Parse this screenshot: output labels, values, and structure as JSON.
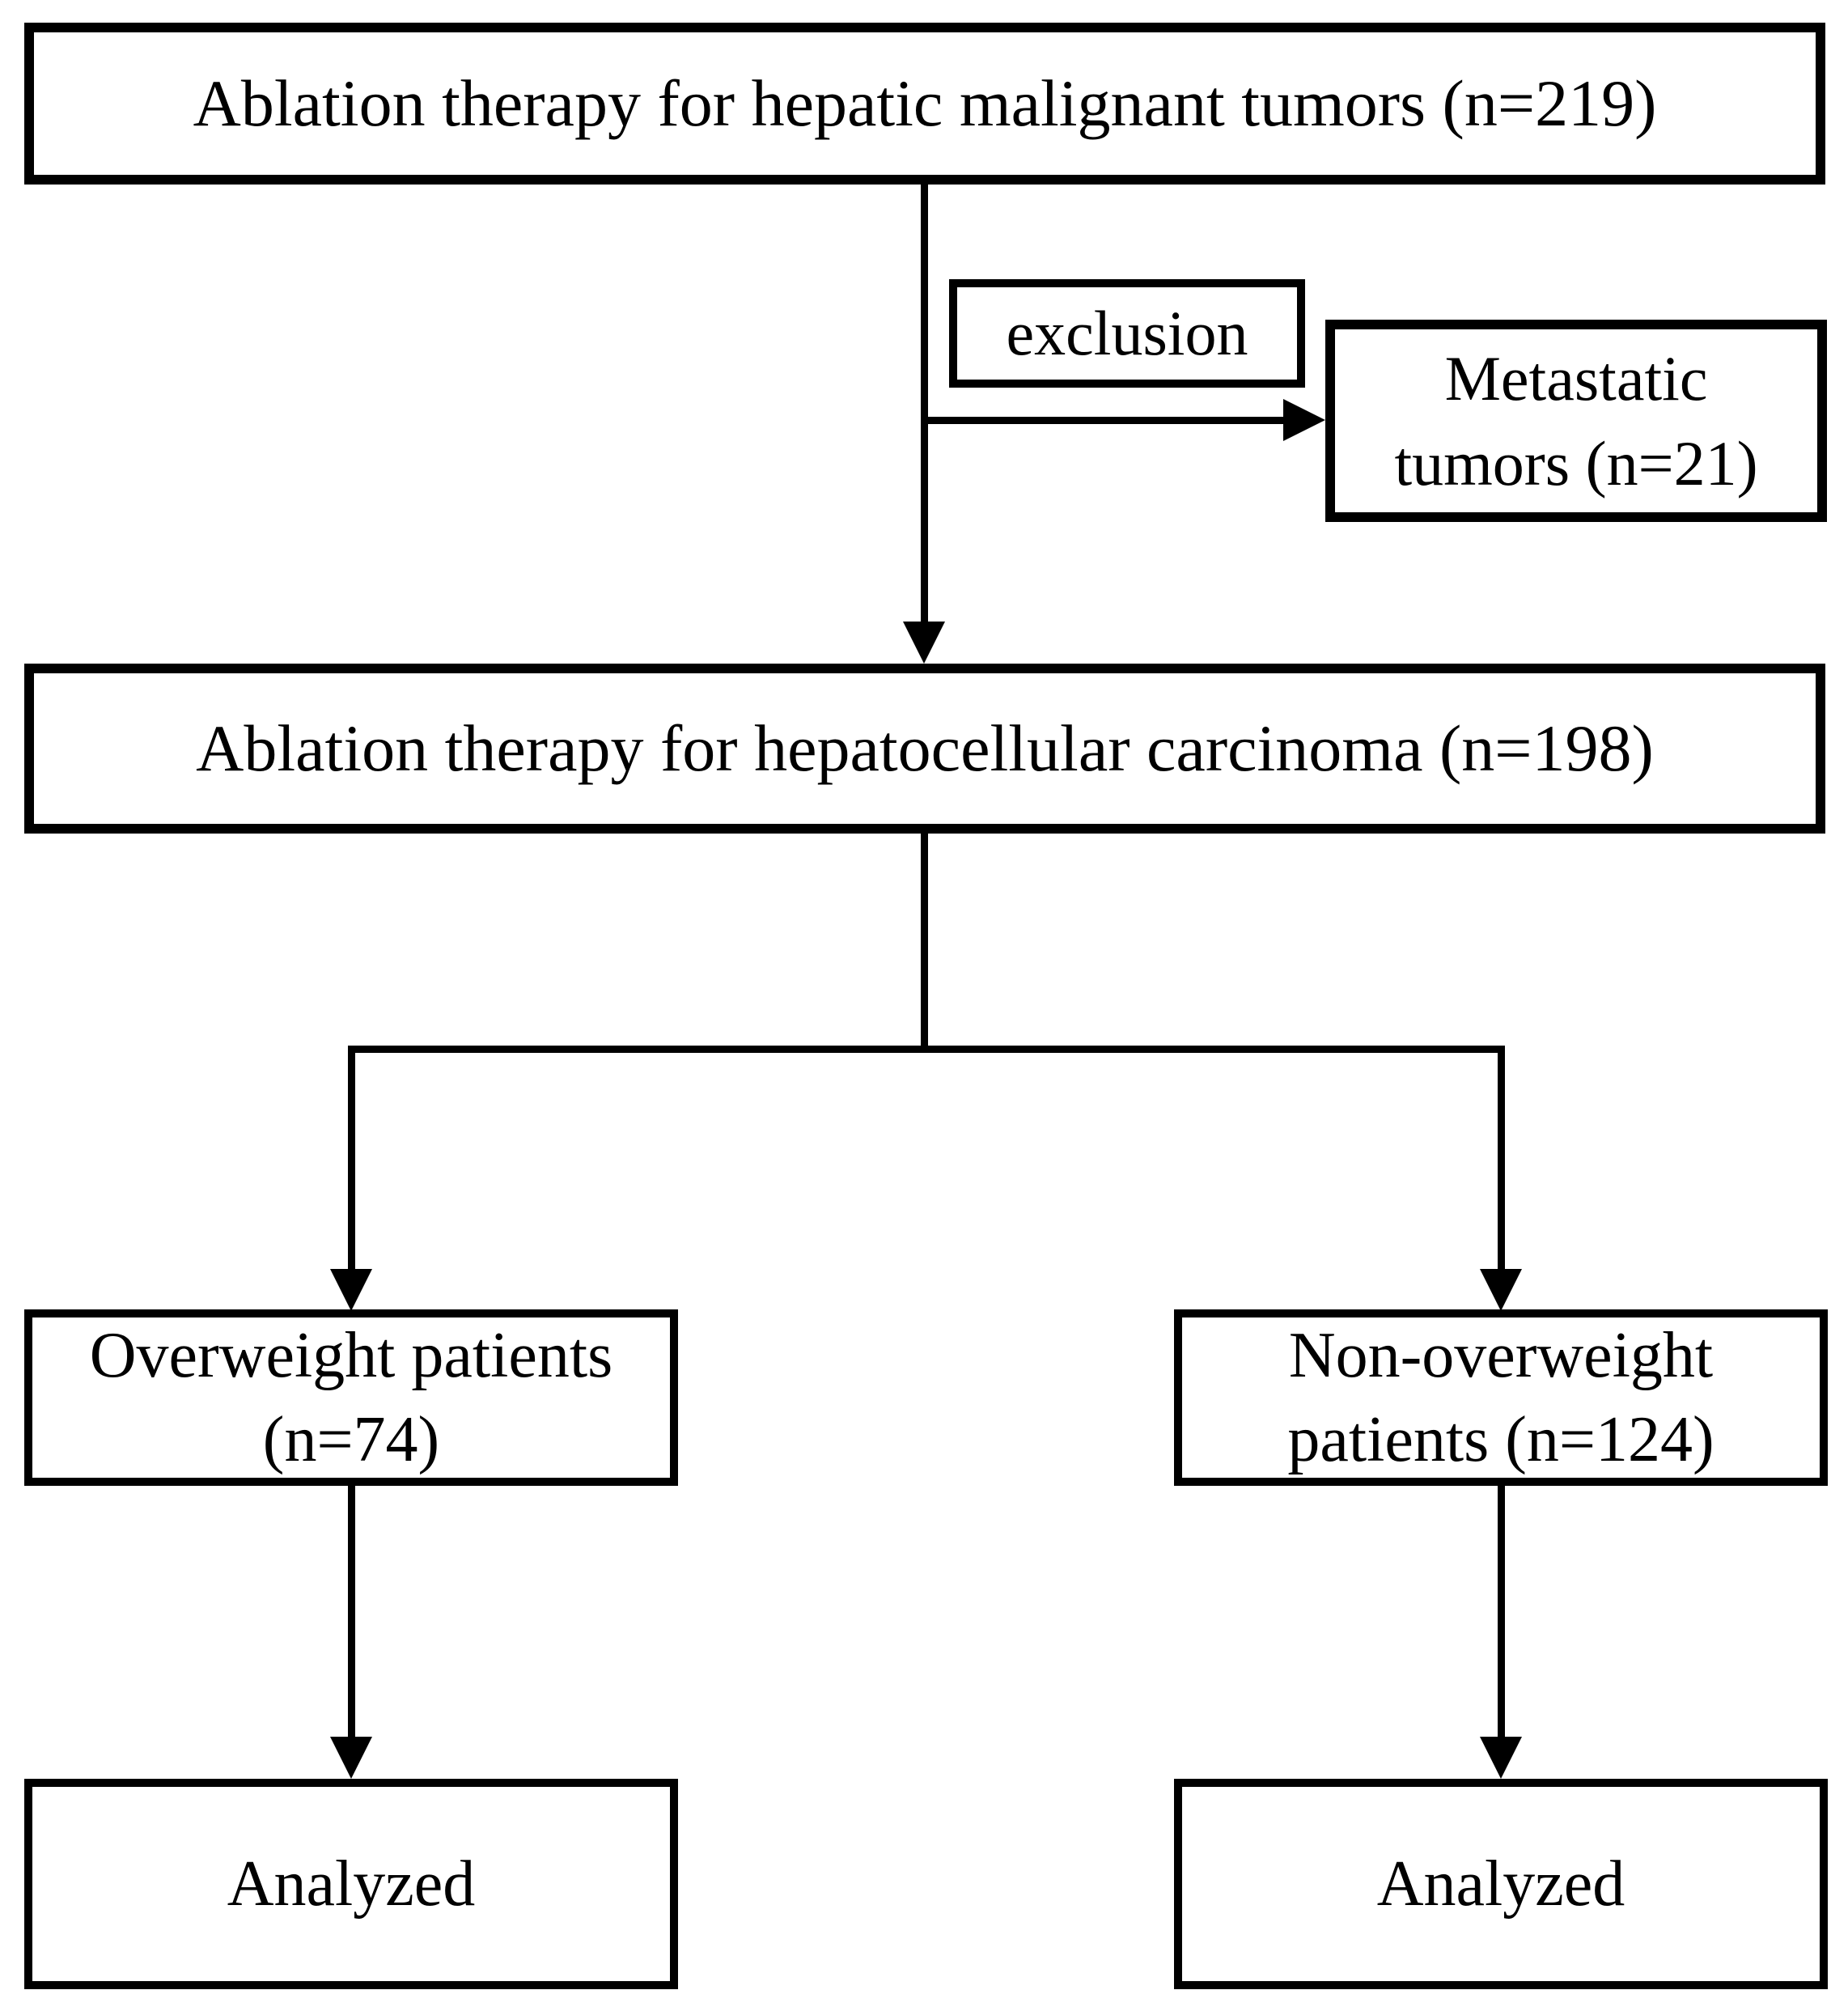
{
  "figure": {
    "type": "flowchart",
    "description": "Patient selection flow diagram for ablation therapy study",
    "colors": {
      "background": "#ffffff",
      "line": "#000000",
      "text": "#000000",
      "box_fill": "#ffffff"
    },
    "nodes": {
      "hepatic": {
        "label": "Ablation therapy for hepatic malignant tumors (n=219)",
        "n": 219
      },
      "exclusion": {
        "label": "exclusion"
      },
      "metastatic": {
        "label": "Metastatic tumors (n=21)",
        "n": 21
      },
      "hcc": {
        "label": "Ablation therapy for hepatocellular carcinoma (n=198)",
        "n": 198
      },
      "overweight": {
        "label": "Overweight patients (n=74)",
        "n": 74
      },
      "non_overweight": {
        "label": "Non-overweight patients (n=124)",
        "n": 124
      },
      "analyzed_overweight": {
        "label": "Analyzed"
      },
      "analyzed_non_overweight": {
        "label": "Analyzed"
      }
    },
    "edges": [
      {
        "from": "hepatic",
        "to": "hcc",
        "label": ""
      },
      {
        "from": "hepatic",
        "to": "metastatic",
        "label": "exclusion"
      },
      {
        "from": "hcc",
        "to": "overweight",
        "label": ""
      },
      {
        "from": "hcc",
        "to": "non_overweight",
        "label": ""
      },
      {
        "from": "overweight",
        "to": "analyzed_overweight",
        "label": ""
      },
      {
        "from": "non_overweight",
        "to": "analyzed_non_overweight",
        "label": ""
      }
    ]
  }
}
